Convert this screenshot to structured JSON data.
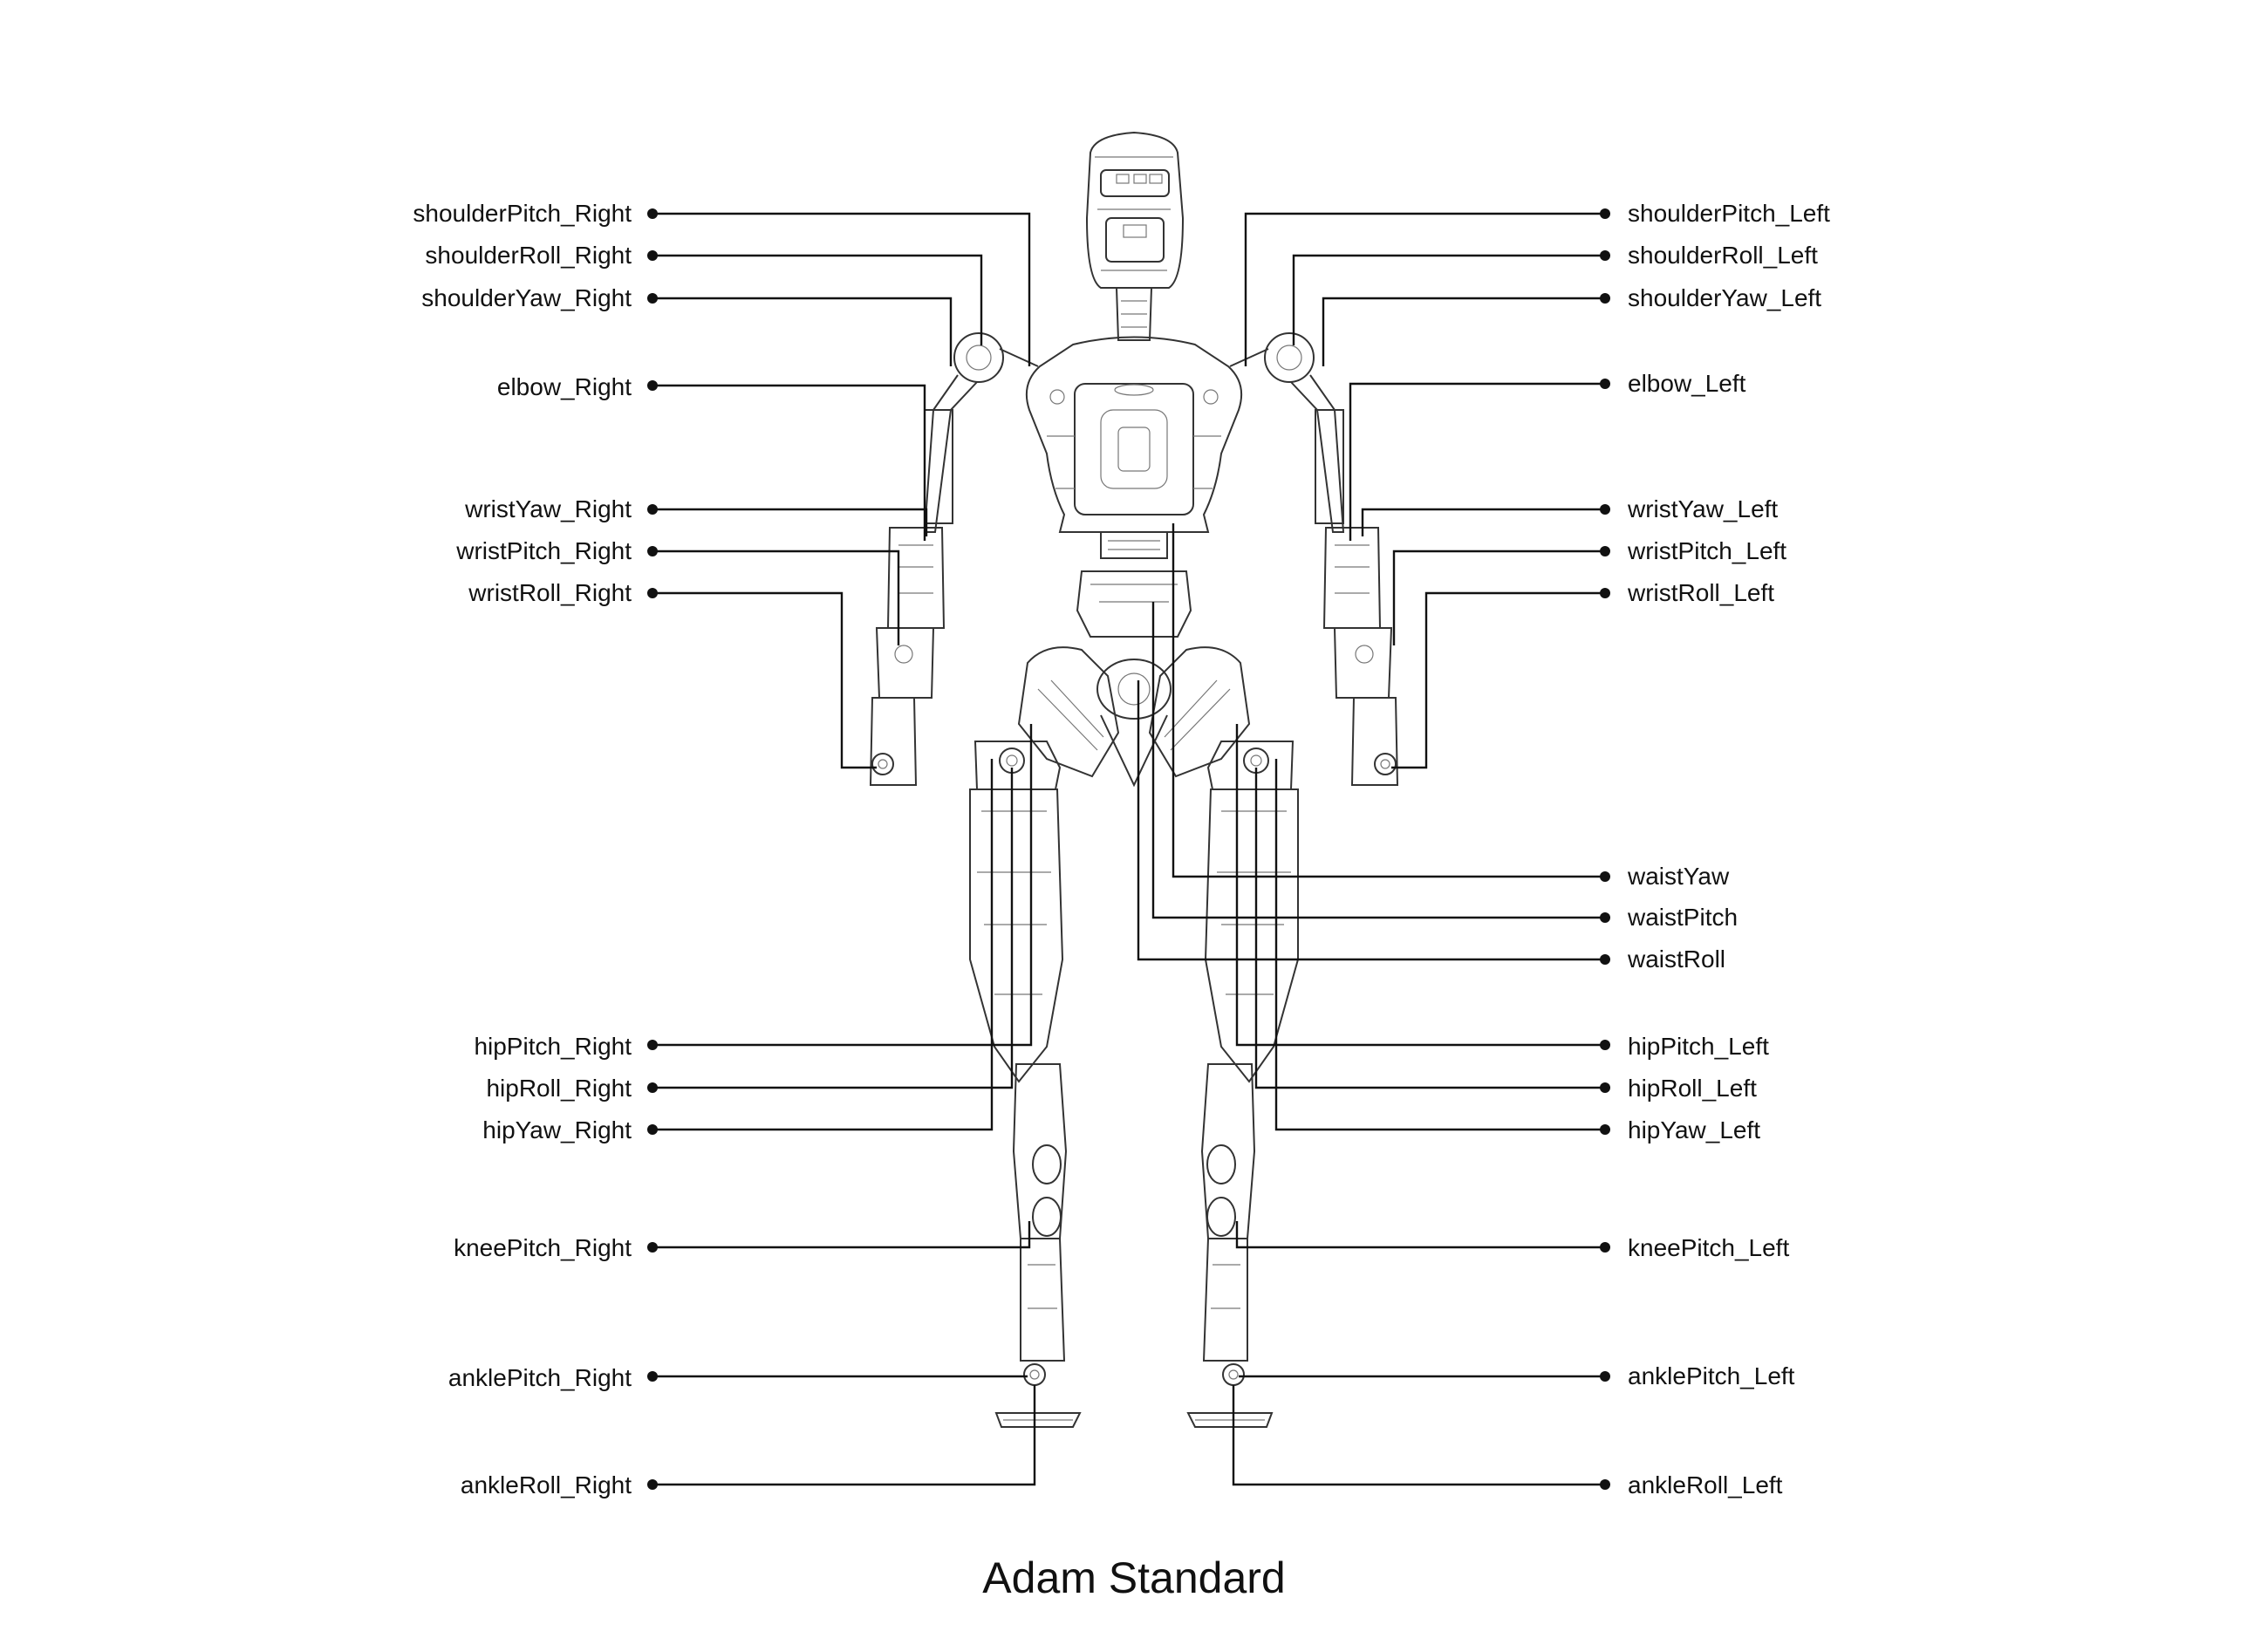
{
  "title": "Adam Standard",
  "right_side_labels": {
    "shoulderPitch_Right": "shoulderPitch_Right",
    "shoulderRoll_Right": "shoulderRoll_Right",
    "shoulderYaw_Right": "shoulderYaw_Right",
    "elbow_Right": "elbow_Right",
    "wristYaw_Right": "wristYaw_Right",
    "wristPitch_Right": "wristPitch_Right",
    "wristRoll_Right": "wristRoll_Right",
    "hipPitch_Right": "hipPitch_Right",
    "hipRoll_Right": "hipRoll_Right",
    "hipYaw_Right": "hipYaw_Right",
    "kneePitch_Right": "kneePitch_Right",
    "anklePitch_Right": "anklePitch_Right",
    "ankleRoll_Right": "ankleRoll_Right"
  },
  "left_side_labels": {
    "shoulderPitch_Left": "shoulderPitch_Left",
    "shoulderRoll_Left": "shoulderRoll_Left",
    "shoulderYaw_Left": "shoulderYaw_Left",
    "elbow_Left": "elbow_Left",
    "wristYaw_Left": "wristYaw_Left",
    "wristPitch_Left": "wristPitch_Left",
    "wristRoll_Left": "wristRoll_Left",
    "waistYaw": "waistYaw",
    "waistPitch": "waistPitch",
    "waistRoll": "waistRoll",
    "hipPitch_Left": "hipPitch_Left",
    "hipRoll_Left": "hipRoll_Left",
    "hipYaw_Left": "hipYaw_Left",
    "kneePitch_Left": "kneePitch_Left",
    "anklePitch_Left": "anklePitch_Left",
    "ankleRoll_Left": "ankleRoll_Left"
  }
}
